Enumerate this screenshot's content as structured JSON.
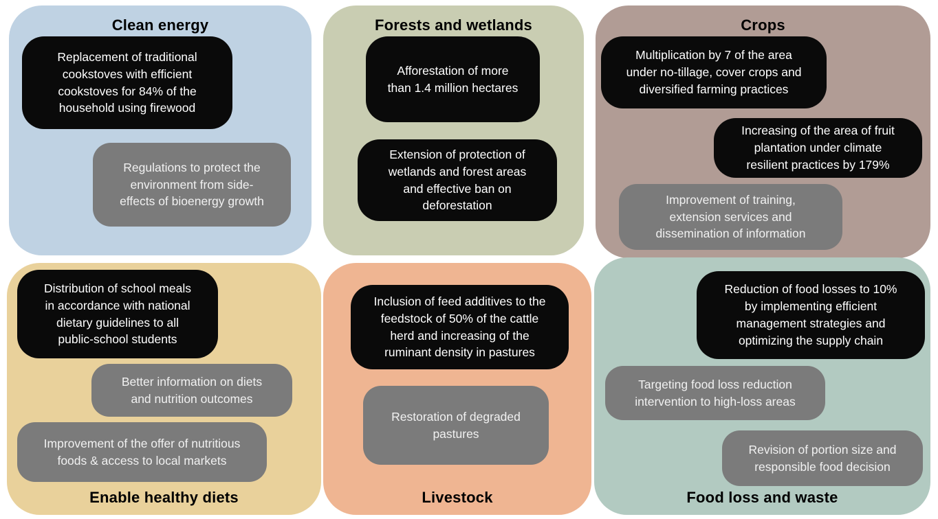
{
  "colors": {
    "background": "#ffffff",
    "black_box": "#0a0a0a",
    "gray_box": "#7b7b7b",
    "black_box_text": "#ffffff",
    "gray_box_text": "#f1f1f1",
    "title_text": "#000000"
  },
  "panels": [
    {
      "id": "clean-energy",
      "title": "Clean energy",
      "title_position": "top",
      "color": "#bfd2e3",
      "boxes": [
        {
          "style": "black",
          "text": "Replacement of traditional\ncookstoves with efficient\ncookstoves for 84% of the\nhousehold using firewood"
        },
        {
          "style": "gray",
          "text": "Regulations to protect the\nenvironment from side-\neffects of bioenergy growth"
        }
      ]
    },
    {
      "id": "forests-and-wetlands",
      "title": "Forests and wetlands",
      "title_position": "top",
      "color": "#c9cdb2",
      "boxes": [
        {
          "style": "black",
          "text": "Afforestation of more\nthan 1.4 million hectares"
        },
        {
          "style": "black",
          "text": "Extension of protection of\nwetlands and forest areas\nand effective ban on\ndeforestation"
        }
      ]
    },
    {
      "id": "crops",
      "title": "Crops",
      "title_position": "top",
      "color": "#b19c95",
      "boxes": [
        {
          "style": "black",
          "text": "Multiplication by 7 of the area\nunder no-tillage, cover crops and\ndiversified farming practices"
        },
        {
          "style": "black",
          "text": "Increasing of the area of fruit\nplantation under climate\nresilient practices by 179%"
        },
        {
          "style": "gray",
          "text": "Improvement of training,\nextension services and\ndissemination of information"
        }
      ]
    },
    {
      "id": "enable-healthy-diets",
      "title": "Enable healthy diets",
      "title_position": "bottom",
      "color": "#e9d19b",
      "boxes": [
        {
          "style": "black",
          "text": "Distribution of school meals\nin accordance with national\ndietary guidelines to all\npublic-school students"
        },
        {
          "style": "gray",
          "text": "Better information on diets\nand nutrition outcomes"
        },
        {
          "style": "gray",
          "text": "Improvement of the offer of nutritious\nfoods & access to local markets"
        }
      ]
    },
    {
      "id": "livestock",
      "title": "Livestock",
      "title_position": "bottom",
      "color": "#efb592",
      "boxes": [
        {
          "style": "black",
          "text": "Inclusion of feed additives to the\nfeedstock of 50% of the cattle\nherd and increasing of the\nruminant density in pastures"
        },
        {
          "style": "gray",
          "text": "Restoration of degraded\npastures"
        }
      ]
    },
    {
      "id": "food-loss-and-waste",
      "title": "Food loss and waste",
      "title_position": "bottom",
      "color": "#b2cac1",
      "boxes": [
        {
          "style": "black",
          "text": "Reduction of food losses to 10%\nby implementing efficient\nmanagement strategies and\noptimizing the supply chain"
        },
        {
          "style": "gray",
          "text": "Targeting food loss reduction\nintervention to high-loss areas"
        },
        {
          "style": "gray",
          "text": "Revision of portion size and\nresponsible food decision"
        }
      ]
    }
  ]
}
